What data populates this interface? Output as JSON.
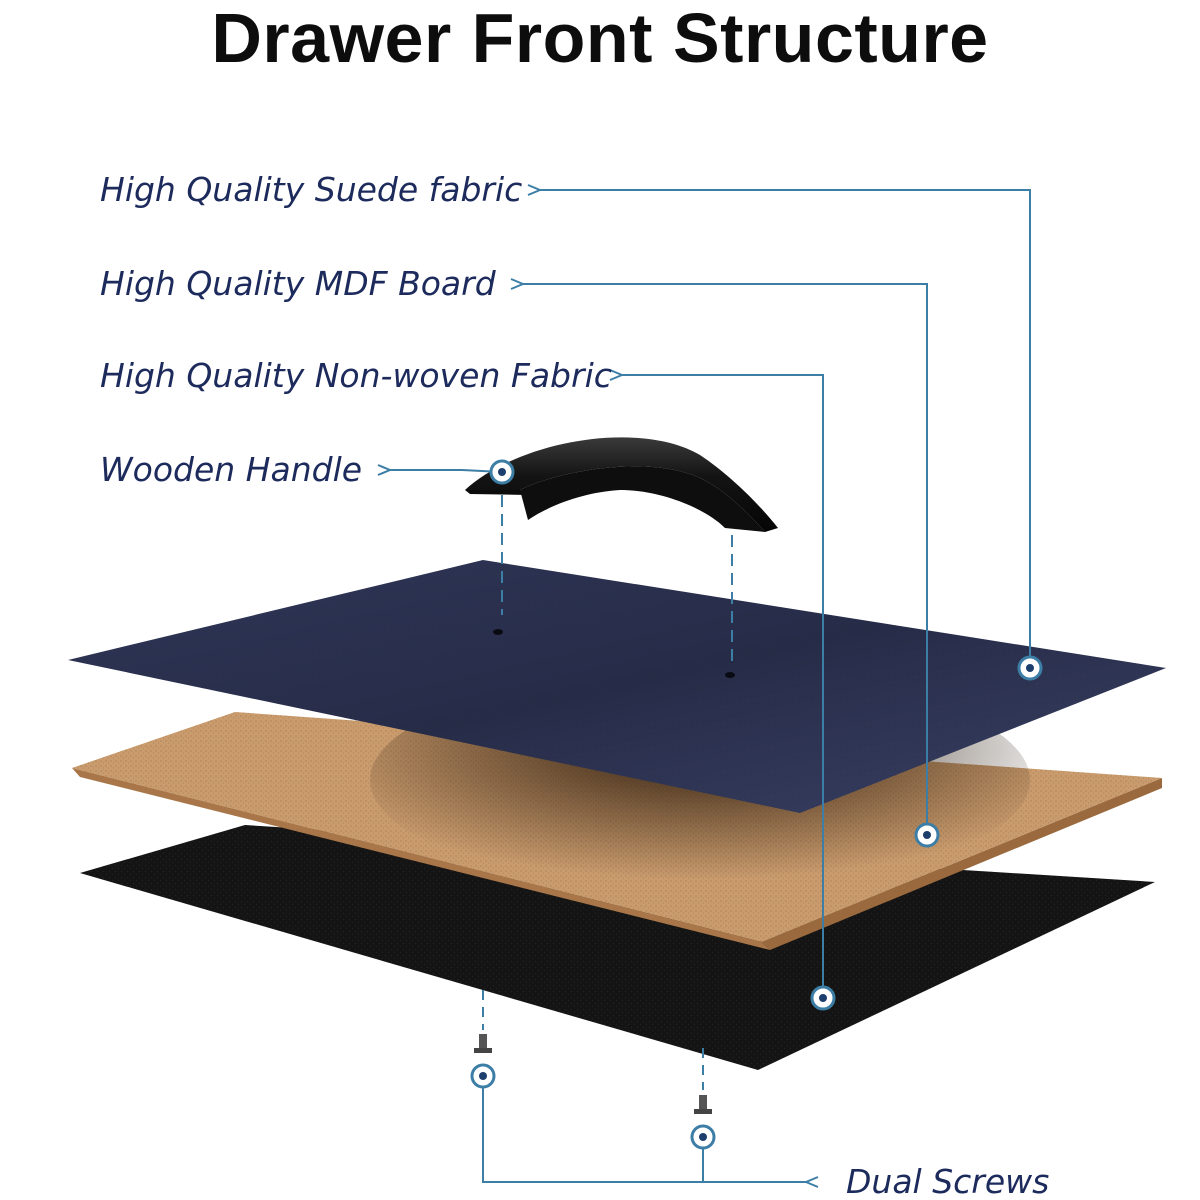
{
  "title": "Drawer Front Structure",
  "labels": {
    "suede": "High Quality Suede fabric",
    "mdf": "High Quality MDF Board",
    "nonwoven": "High Quality Non-woven Fabric",
    "handle": "Wooden Handle",
    "screws": "Dual Screws"
  },
  "colors": {
    "leader_line": "#3d7ea6",
    "label_text": "#1c2a5c",
    "suede": "#2a3150",
    "mdf": "#c89a6c",
    "nonwoven": "#141414",
    "handle": "#121212"
  }
}
